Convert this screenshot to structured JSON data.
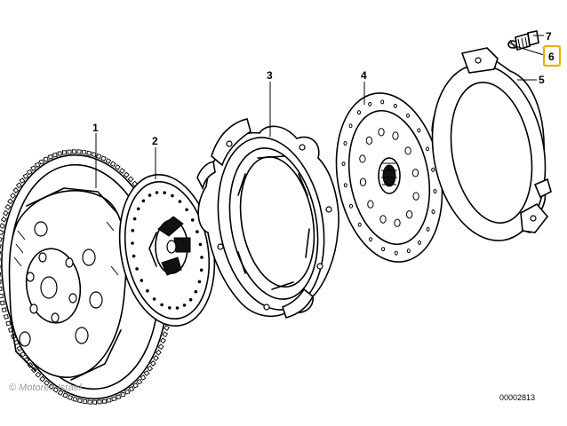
{
  "diagram": {
    "callouts": [
      {
        "id": "1",
        "label": "1",
        "highlighted": false
      },
      {
        "id": "2",
        "label": "2",
        "highlighted": false
      },
      {
        "id": "3",
        "label": "3",
        "highlighted": false
      },
      {
        "id": "4",
        "label": "4",
        "highlighted": false
      },
      {
        "id": "5",
        "label": "5",
        "highlighted": false
      },
      {
        "id": "6",
        "label": "6",
        "highlighted": true
      },
      {
        "id": "7",
        "label": "7",
        "highlighted": false
      }
    ],
    "part_number": "00002813",
    "watermark": "© Motoren Israel",
    "highlight_color": "#e2b100"
  }
}
